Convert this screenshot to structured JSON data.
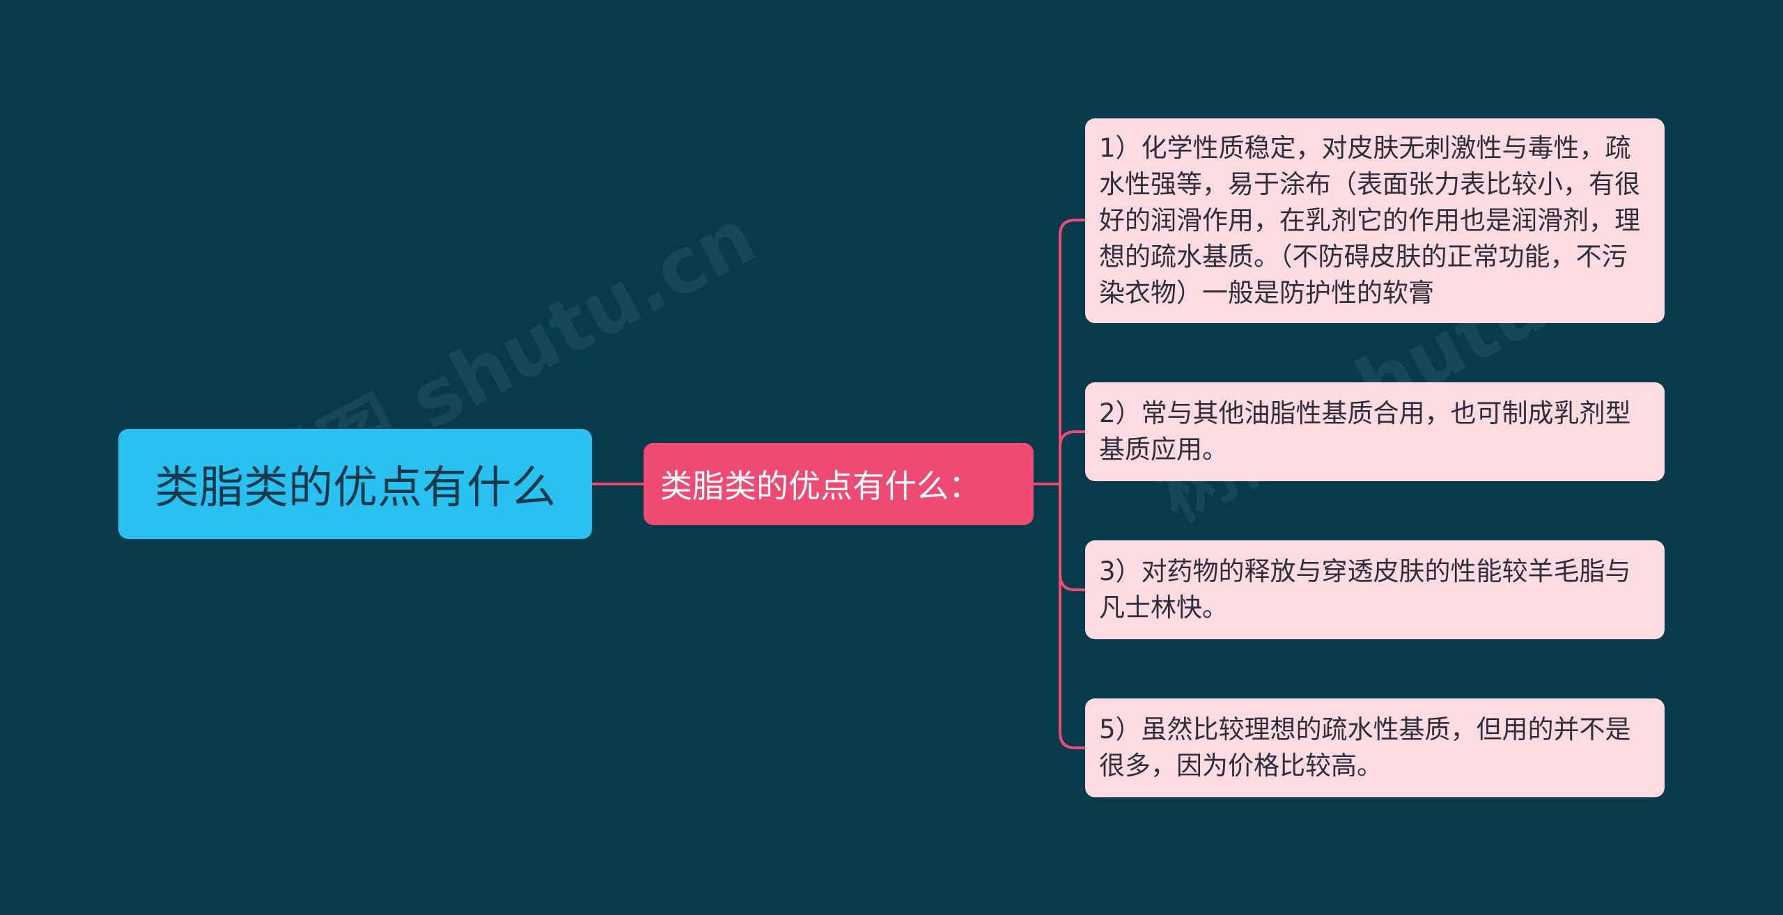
{
  "mindmap": {
    "root": {
      "label": "类脂类的优点有什么"
    },
    "branch": {
      "label": "类脂类的优点有什么："
    },
    "leaves": [
      {
        "label": "1）化学性质稳定，对皮肤无刺激性与毒性，疏水性强等，易于涂布（表面张力表比较小，有很好的润滑作用，在乳剂它的作用也是润滑剂，理想的疏水基质。（不防碍皮肤的正常功能，不污染衣物）一般是防护性的软膏"
      },
      {
        "label": "2）常与其他油脂性基质合用，也可制成乳剂型基质应用。"
      },
      {
        "label": "3）对药物的释放与穿透皮肤的性能较羊毛脂与凡士林快。"
      },
      {
        "label": "5）虽然比较理想的疏水性基质，但用的并不是很多，因为价格比较高。"
      }
    ]
  },
  "watermark": {
    "text": "树图 shutu.cn"
  },
  "colors": {
    "background": "#073a4b",
    "root_fill": "#29c1f2",
    "branch_fill": "#ef4a74",
    "leaf_fill": "#fcdbe2",
    "connector": "#ef4a74"
  }
}
